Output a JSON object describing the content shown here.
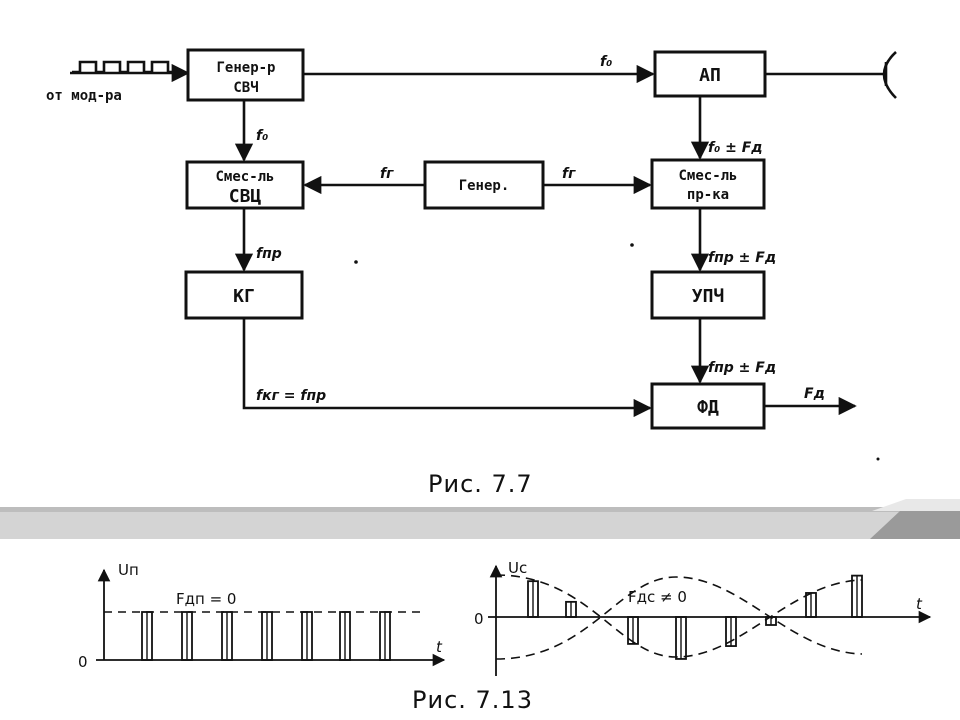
{
  "figure_top": {
    "input_label": "от мод-ра",
    "blocks": {
      "gen_svch": [
        "Генер-р",
        "СВЧ"
      ],
      "ap": "АП",
      "smes_svch": [
        "Смес-ль",
        "СВЦ"
      ],
      "gener": "Генер.",
      "smes_prm": [
        "Смес-ль",
        "пр-ка"
      ],
      "kg": "КГ",
      "upch": "УПЧ",
      "fd": "ФД"
    },
    "signals": {
      "f0_top": "f₀",
      "f0_left": "f₀",
      "fg_left": "fг",
      "fg_right": "fг",
      "f0_pm_fd": "f₀ ± Fд",
      "fpr": "fпр",
      "fpr_pm_fd_1": "fпр ± Fд",
      "fpr_pm_fd_2": "fпр ± Fд",
      "fkg_eq_fpr": "fкг = fпр",
      "fd_out": "Fд"
    },
    "caption": "Рис. 7.7"
  },
  "figure_bottom": {
    "left_plot": {
      "y_label": "Uп",
      "annotation": "Fдп = 0",
      "origin": "0",
      "x_label": "t"
    },
    "right_plot": {
      "y_label": "Uс",
      "annotation": "Fдс ≠ 0",
      "origin": "0",
      "x_label": "t"
    },
    "caption": "Рис. 7.13"
  },
  "colors": {
    "ink": "#111111",
    "band": "#d4d4d4",
    "background": "#ffffff"
  }
}
